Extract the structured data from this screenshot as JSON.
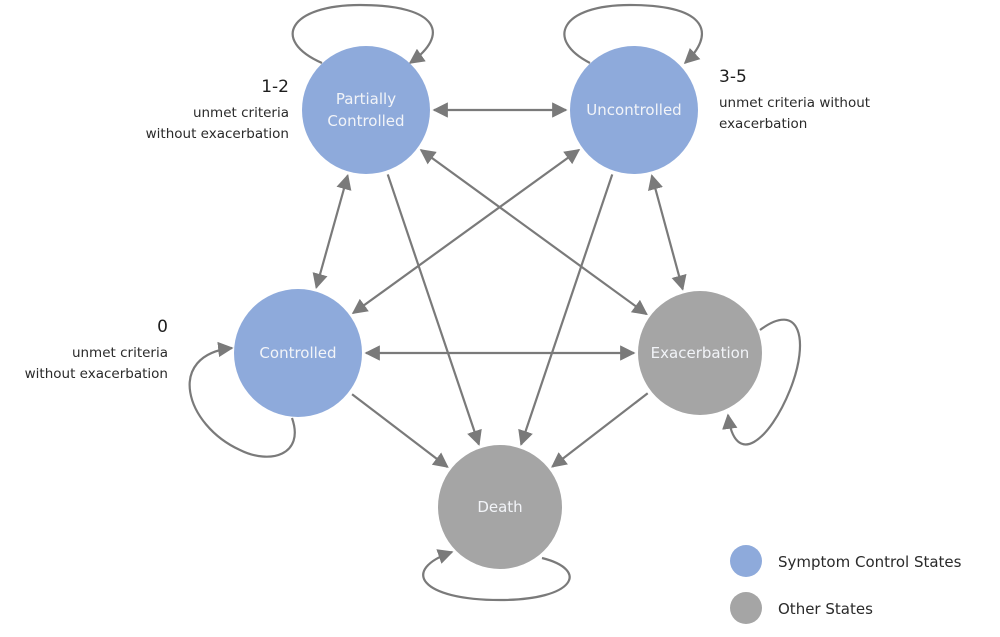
{
  "diagram": {
    "title": "",
    "colors": {
      "symptom_control": "#8eaadb",
      "other": "#a5a5a5",
      "edge": "#7a7a7a"
    },
    "nodes": [
      {
        "id": "partially_controlled",
        "label_lines": [
          "Partially",
          "Controlled"
        ],
        "category": "symptom_control"
      },
      {
        "id": "uncontrolled",
        "label_lines": [
          "Uncontrolled"
        ],
        "category": "symptom_control"
      },
      {
        "id": "controlled",
        "label_lines": [
          "Controlled"
        ],
        "category": "symptom_control"
      },
      {
        "id": "exacerbation",
        "label_lines": [
          "Exacerbation"
        ],
        "category": "other"
      },
      {
        "id": "death",
        "label_lines": [
          "Death"
        ],
        "category": "other"
      }
    ],
    "edges": [
      {
        "from": "partially_controlled",
        "to": "uncontrolled",
        "bidirectional": true
      },
      {
        "from": "partially_controlled",
        "to": "controlled",
        "bidirectional": true
      },
      {
        "from": "partially_controlled",
        "to": "exacerbation",
        "bidirectional": true
      },
      {
        "from": "partially_controlled",
        "to": "death",
        "bidirectional": false
      },
      {
        "from": "uncontrolled",
        "to": "controlled",
        "bidirectional": true
      },
      {
        "from": "uncontrolled",
        "to": "exacerbation",
        "bidirectional": true
      },
      {
        "from": "uncontrolled",
        "to": "death",
        "bidirectional": false
      },
      {
        "from": "controlled",
        "to": "exacerbation",
        "bidirectional": true
      },
      {
        "from": "controlled",
        "to": "death",
        "bidirectional": false
      },
      {
        "from": "exacerbation",
        "to": "death",
        "bidirectional": false
      }
    ],
    "self_loops": [
      "partially_controlled",
      "uncontrolled",
      "controlled",
      "exacerbation",
      "death"
    ],
    "annotations": {
      "partially_controlled": {
        "count": "1-2",
        "lines": [
          "unmet criteria",
          "without exacerbation"
        ]
      },
      "uncontrolled": {
        "count": "3-5",
        "lines": [
          "unmet criteria without",
          "exacerbation"
        ]
      },
      "controlled": {
        "count": "0",
        "lines": [
          "unmet criteria",
          "without exacerbation"
        ]
      }
    },
    "legend": [
      {
        "label": "Symptom Control States",
        "category": "symptom_control"
      },
      {
        "label": "Other States",
        "category": "other"
      }
    ]
  }
}
